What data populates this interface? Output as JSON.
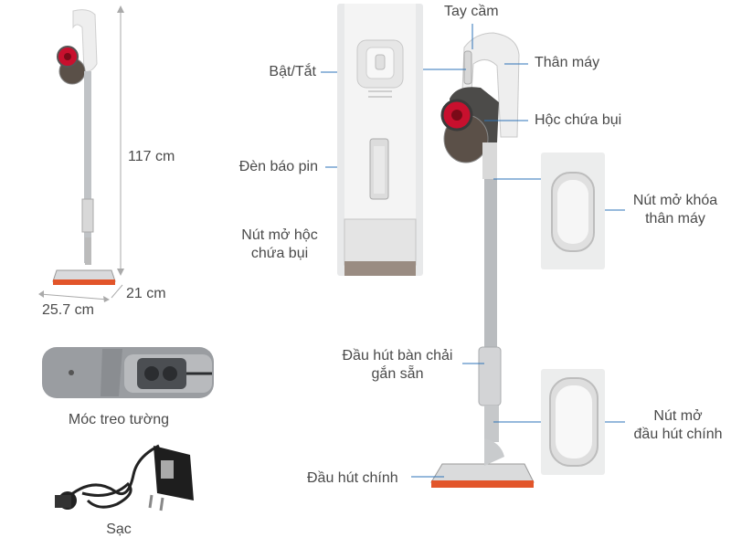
{
  "dimensions": {
    "height": "117 cm",
    "width": "25.7 cm",
    "depth": "21 cm"
  },
  "accessories": {
    "wall_hook": "Móc treo tường",
    "charger": "Sạc"
  },
  "closeup_labels": {
    "power": "Bật/Tắt",
    "battery_light": "Đèn báo pin",
    "dust_release": "Nút mở hộc\nchứa bụi"
  },
  "main_labels": {
    "handle": "Tay cầm",
    "body": "Thân máy",
    "dust_bin": "Hộc chứa bụi",
    "body_unlock": "Nút mở khóa\nthân máy",
    "brush_tool": "Đầu hút bàn chải\ngắn sẵn",
    "head_release": "Nút mở\nđầu hút chính",
    "main_head": "Đầu hút chính"
  },
  "colors": {
    "accent_red": "#c8102e",
    "body_white": "#eeeeee",
    "tube_gray": "#b9bcbf",
    "line_blue": "#2d73b8",
    "label_gray": "#4a4a4a",
    "head_orange": "#e2552a"
  }
}
